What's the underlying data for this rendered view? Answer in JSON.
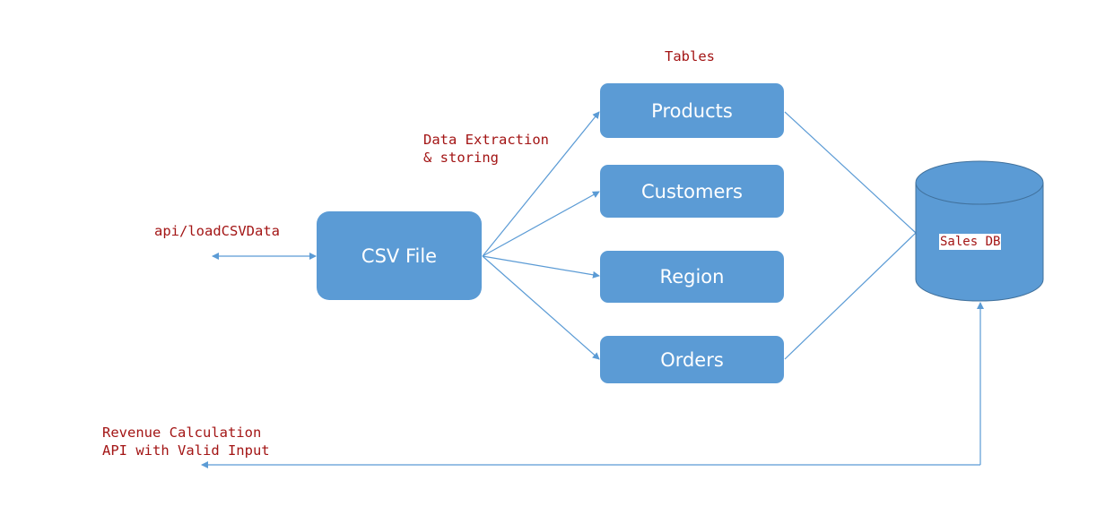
{
  "labels": {
    "tables_heading": "Tables",
    "extraction_line1": "Data Extraction",
    "extraction_line2": "& storing",
    "api_load": "api/loadCSVData",
    "revenue_line1": "Revenue Calculation",
    "revenue_line2": "API with Valid Input"
  },
  "nodes": {
    "csv_file": "CSV File",
    "products": "Products",
    "customers": "Customers",
    "region": "Region",
    "orders": "Orders",
    "sales_db": "Sales DB"
  },
  "colors": {
    "box_fill": "#5b9bd5",
    "box_text": "#ffffff",
    "db_stroke": "#41719c",
    "connector": "#5b9bd5",
    "code_text": "#a31515"
  }
}
